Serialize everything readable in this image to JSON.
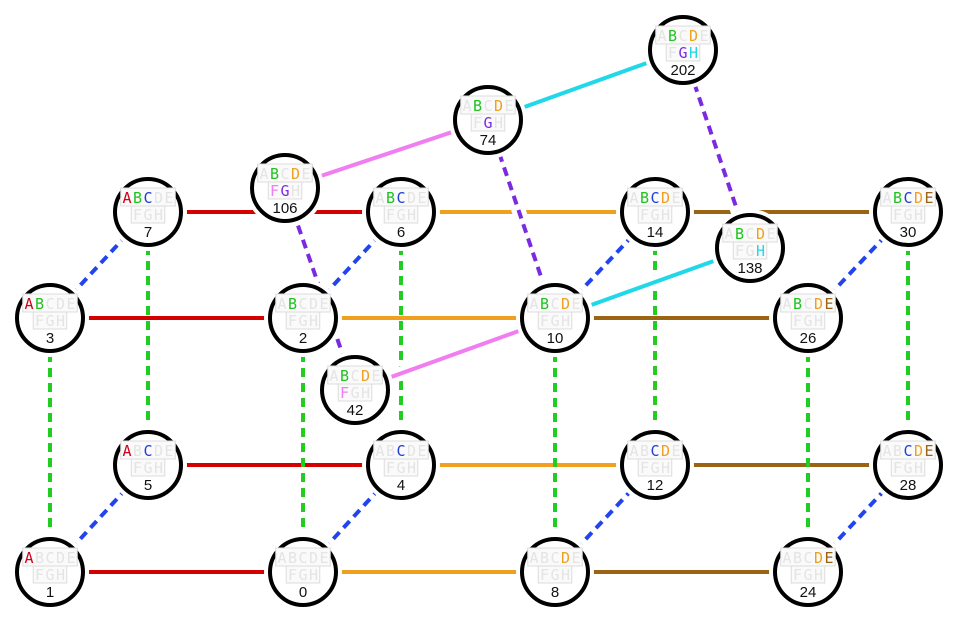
{
  "diagram": {
    "title": "",
    "letters_top": [
      "A",
      "B",
      "C",
      "D",
      "E"
    ],
    "letters_bottom": [
      "F",
      "G",
      "H"
    ],
    "letter_colors": {
      "A": "#d0021b",
      "B": "#1fc21f",
      "C": "#1f3fd6",
      "D": "#f0a020",
      "E": "#9a6414",
      "F": "#f07ef0",
      "G": "#7a2be0",
      "H": "#20d8e8"
    },
    "edge_colors": {
      "A": "#d40000",
      "B": "#22cc22",
      "C": "#2244ee",
      "D": "#f0a020",
      "E": "#9a6414",
      "F": "#f07ef0",
      "G": "#7a2be0",
      "H": "#20d8e8"
    },
    "nodes": [
      {
        "id": "1",
        "value": 1,
        "letters": [
          "A"
        ]
      },
      {
        "id": "0",
        "value": 0,
        "letters": []
      },
      {
        "id": "8",
        "value": 8,
        "letters": [
          "D"
        ]
      },
      {
        "id": "24",
        "value": 24,
        "letters": [
          "D",
          "E"
        ]
      },
      {
        "id": "5",
        "value": 5,
        "letters": [
          "A",
          "C"
        ]
      },
      {
        "id": "4",
        "value": 4,
        "letters": [
          "C"
        ]
      },
      {
        "id": "12",
        "value": 12,
        "letters": [
          "C",
          "D"
        ]
      },
      {
        "id": "28",
        "value": 28,
        "letters": [
          "C",
          "D",
          "E"
        ]
      },
      {
        "id": "3",
        "value": 3,
        "letters": [
          "A",
          "B"
        ]
      },
      {
        "id": "2",
        "value": 2,
        "letters": [
          "B"
        ]
      },
      {
        "id": "10",
        "value": 10,
        "letters": [
          "B",
          "D"
        ]
      },
      {
        "id": "26",
        "value": 26,
        "letters": [
          "B",
          "D",
          "E"
        ]
      },
      {
        "id": "7",
        "value": 7,
        "letters": [
          "A",
          "B",
          "C"
        ]
      },
      {
        "id": "6",
        "value": 6,
        "letters": [
          "B",
          "C"
        ]
      },
      {
        "id": "14",
        "value": 14,
        "letters": [
          "B",
          "C",
          "D"
        ]
      },
      {
        "id": "30",
        "value": 30,
        "letters": [
          "B",
          "C",
          "D",
          "E"
        ]
      },
      {
        "id": "42",
        "value": 42,
        "letters": [
          "B",
          "D",
          "F"
        ]
      },
      {
        "id": "106",
        "value": 106,
        "letters": [
          "B",
          "D",
          "F",
          "G"
        ]
      },
      {
        "id": "74",
        "value": 74,
        "letters": [
          "B",
          "D",
          "G"
        ]
      },
      {
        "id": "202",
        "value": 202,
        "letters": [
          "B",
          "D",
          "G",
          "H"
        ]
      },
      {
        "id": "138",
        "value": 138,
        "letters": [
          "B",
          "D",
          "H"
        ]
      }
    ],
    "edges": [
      {
        "from": "1",
        "to": "0",
        "kind": "A",
        "style": "solid"
      },
      {
        "from": "5",
        "to": "4",
        "kind": "A",
        "style": "solid"
      },
      {
        "from": "3",
        "to": "2",
        "kind": "A",
        "style": "solid"
      },
      {
        "from": "7",
        "to": "6",
        "kind": "A",
        "style": "solid"
      },
      {
        "from": "0",
        "to": "8",
        "kind": "D",
        "style": "solid"
      },
      {
        "from": "4",
        "to": "12",
        "kind": "D",
        "style": "solid"
      },
      {
        "from": "2",
        "to": "10",
        "kind": "D",
        "style": "solid"
      },
      {
        "from": "6",
        "to": "14",
        "kind": "D",
        "style": "solid"
      },
      {
        "from": "8",
        "to": "24",
        "kind": "E",
        "style": "solid"
      },
      {
        "from": "12",
        "to": "28",
        "kind": "E",
        "style": "solid"
      },
      {
        "from": "10",
        "to": "26",
        "kind": "E",
        "style": "solid"
      },
      {
        "from": "14",
        "to": "30",
        "kind": "E",
        "style": "solid"
      },
      {
        "from": "1",
        "to": "3",
        "kind": "B",
        "style": "dashed"
      },
      {
        "from": "5",
        "to": "7",
        "kind": "B",
        "style": "dashed"
      },
      {
        "from": "0",
        "to": "2",
        "kind": "B",
        "style": "dashed"
      },
      {
        "from": "4",
        "to": "6",
        "kind": "B",
        "style": "dashed"
      },
      {
        "from": "8",
        "to": "10",
        "kind": "B",
        "style": "dashed"
      },
      {
        "from": "12",
        "to": "14",
        "kind": "B",
        "style": "dashed"
      },
      {
        "from": "24",
        "to": "26",
        "kind": "B",
        "style": "dashed"
      },
      {
        "from": "28",
        "to": "30",
        "kind": "B",
        "style": "dashed"
      },
      {
        "from": "1",
        "to": "5",
        "kind": "C",
        "style": "dashed"
      },
      {
        "from": "0",
        "to": "4",
        "kind": "C",
        "style": "dashed"
      },
      {
        "from": "8",
        "to": "12",
        "kind": "C",
        "style": "dashed"
      },
      {
        "from": "24",
        "to": "28",
        "kind": "C",
        "style": "dashed"
      },
      {
        "from": "3",
        "to": "7",
        "kind": "C",
        "style": "dashed"
      },
      {
        "from": "2",
        "to": "6",
        "kind": "C",
        "style": "dashed"
      },
      {
        "from": "10",
        "to": "14",
        "kind": "C",
        "style": "dashed"
      },
      {
        "from": "26",
        "to": "30",
        "kind": "C",
        "style": "dashed"
      },
      {
        "from": "10",
        "to": "42",
        "kind": "F",
        "style": "solid"
      },
      {
        "from": "74",
        "to": "106",
        "kind": "F",
        "style": "solid"
      },
      {
        "from": "10",
        "to": "138",
        "kind": "H",
        "style": "solid"
      },
      {
        "from": "74",
        "to": "202",
        "kind": "H",
        "style": "solid"
      },
      {
        "from": "42",
        "to": "106",
        "kind": "G",
        "style": "dashed"
      },
      {
        "from": "10",
        "to": "74",
        "kind": "G",
        "style": "dashed"
      },
      {
        "from": "138",
        "to": "202",
        "kind": "G",
        "style": "dashed"
      }
    ]
  }
}
